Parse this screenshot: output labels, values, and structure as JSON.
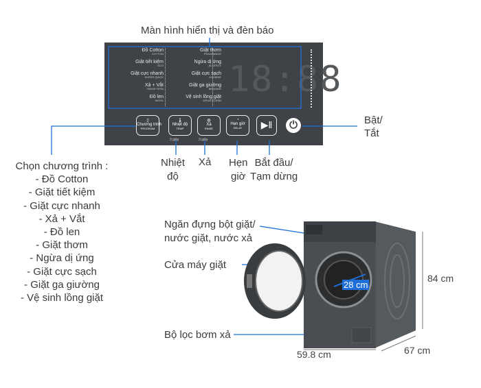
{
  "labels": {
    "display": "Màn hình hiển thị và đèn báo",
    "power": "Bật/\nTắt",
    "temp": "Nhiệt\nđộ",
    "rinse": "Xả",
    "delay": "Hẹn\ngiờ",
    "start": "Bắt đầu/\nTạm dừng",
    "detergent": "Ngăn đựng bột giặt/\nnước giặt, nước xả",
    "door": "Cửa máy giặt",
    "filter": "Bộ lọc bơm xả"
  },
  "program_title": "Chọn chương trình :",
  "programs": [
    "- Đồ Cotton",
    "- Giặt tiết kiệm",
    "- Giặt cực nhanh",
    "- Xả + Vắt",
    "- Đồ len",
    "- Giặt thơm",
    "- Ngừa dị ứng",
    "- Giặt cực sạch",
    "- Giặt ga giường",
    "- Vệ sinh lồng giặt"
  ],
  "panel": {
    "left_col": [
      {
        "main": "Đồ Cotton",
        "sub": "COTTON"
      },
      {
        "main": "Giặt tiết kiệm",
        "sub": "ECO"
      },
      {
        "main": "Giặt cực nhanh",
        "sub": "SUPER QUICK"
      },
      {
        "main": "Xả + Vắt",
        "sub": "RINSE+SPIN"
      },
      {
        "main": "Đồ len",
        "sub": "WOOL"
      }
    ],
    "right_col": [
      {
        "main": "Giặt thơm",
        "sub": "FRAGRANCE"
      },
      {
        "main": "Ngừa dị ứng",
        "sub": "ALLERGY"
      },
      {
        "main": "Giặt cực sạch",
        "sub": "HYGIENE"
      },
      {
        "main": "Giặt ga giường",
        "sub": "BEDDING"
      },
      {
        "main": "Vệ sinh lồng giặt",
        "sub": "DRUM CLEAN"
      }
    ],
    "digits": "18:88",
    "buttons": {
      "program": {
        "main": "Chương trình",
        "sub": "PROGRAM"
      },
      "temp": {
        "main": "Nhiệt độ",
        "sub": "TEMP"
      },
      "rinse": {
        "main": "Xả",
        "sub": "RINSE"
      },
      "delay": {
        "main": "Hẹn giờ",
        "sub": "DELAY"
      }
    },
    "hold_label": "3 giây"
  },
  "dimensions": {
    "height": "84 cm",
    "width": "59.8 cm",
    "depth": "67 cm",
    "door": "28 cm"
  },
  "colors": {
    "panel": "#3f4347",
    "line": "#1e6fd9",
    "machine": "#4a4d51"
  }
}
